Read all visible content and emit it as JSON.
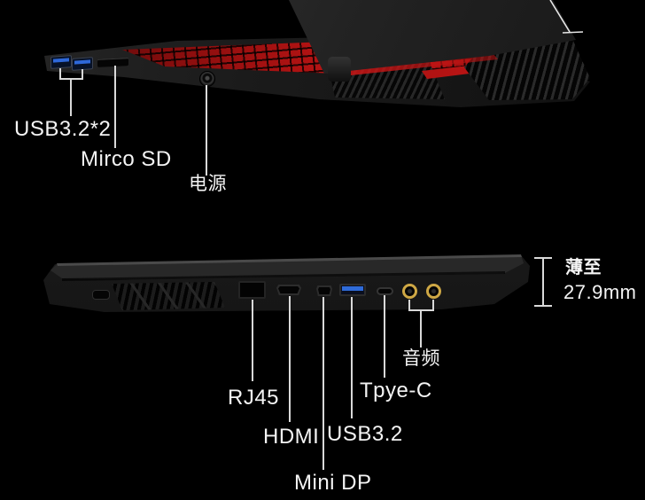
{
  "colors": {
    "background": "#000000",
    "annotation_line": "#d9d9d9",
    "label_text": "#f4f4f4",
    "usb_port_blue": "#2e68d9",
    "audio_jack_gold": "#cfa845",
    "keyboard_backlight_red": "#c41515",
    "accent_red": "#d31717"
  },
  "top_view": {
    "annotations": [
      {
        "id": "usb",
        "label": "USB3.2*2"
      },
      {
        "id": "sd",
        "label": "Mirco SD"
      },
      {
        "id": "power",
        "label": "电源"
      }
    ]
  },
  "bottom_view": {
    "annotations": [
      {
        "id": "rj45",
        "label": "RJ45"
      },
      {
        "id": "hdmi",
        "label": "HDMI"
      },
      {
        "id": "minidp",
        "label": "Mini DP"
      },
      {
        "id": "usb",
        "label": "USB3.2"
      },
      {
        "id": "typec",
        "label": "Tpye-C"
      },
      {
        "id": "audio",
        "label": "音频"
      }
    ],
    "thickness": {
      "prefix": "薄至",
      "value": "27.9mm"
    }
  }
}
